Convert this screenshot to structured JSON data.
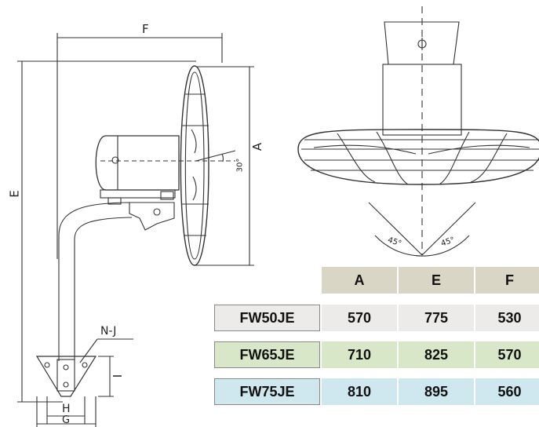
{
  "dimension_labels": {
    "F": "F",
    "A": "A",
    "E": "E",
    "NJ": "N-J",
    "I": "I",
    "H": "H",
    "G": "G",
    "tilt": "30°",
    "swing_left": "45°",
    "swing_right": "45°"
  },
  "table": {
    "columns": [
      "A",
      "E",
      "F"
    ],
    "rows": [
      {
        "model": "FW50JE",
        "values": [
          "570",
          "775",
          "530"
        ]
      },
      {
        "model": "FW65JE",
        "values": [
          "710",
          "825",
          "570"
        ]
      },
      {
        "model": "FW75JE",
        "values": [
          "810",
          "895",
          "560"
        ]
      }
    ]
  },
  "colors": {
    "header": "#d9d6c5",
    "row1": "#ecebea",
    "row2": "#d8e7c7",
    "row3": "#cfe7ef"
  }
}
